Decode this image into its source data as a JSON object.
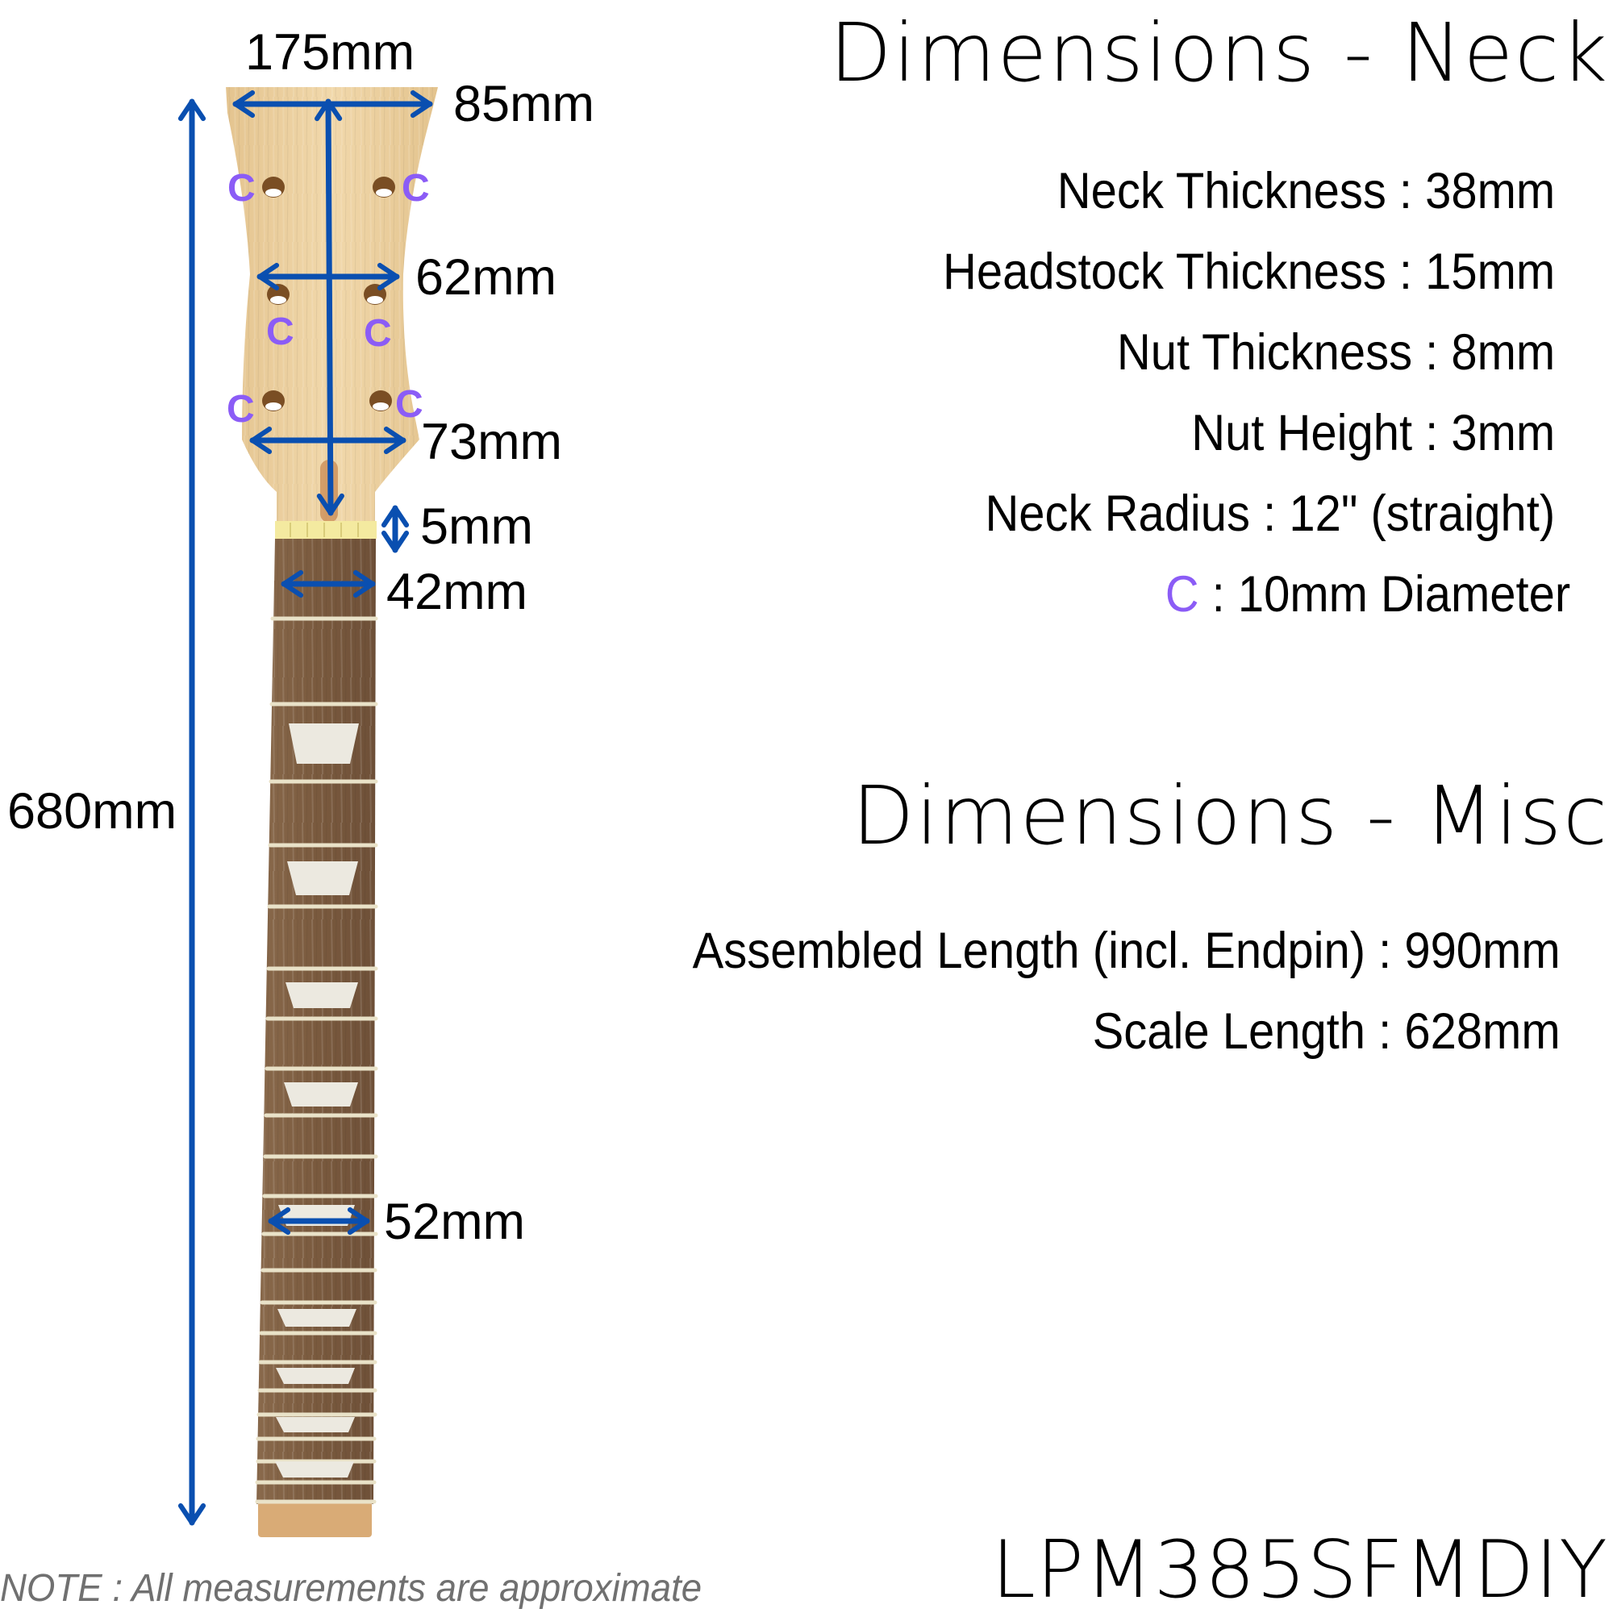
{
  "colors": {
    "arrow": "#0a4fb0",
    "hole_label": "#8b5cf6",
    "headstock_wood": "#eccf9e",
    "fretboard_wood": "#7a5a3f",
    "nut": "#f4eaa0",
    "fret": "#e9e2c8",
    "inlay": "#ece9e0",
    "note_text": "#707070"
  },
  "neck_section": {
    "title": "Dimensions - Neck",
    "specs": [
      {
        "label": "Neck Thickness",
        "sep": " : ",
        "value": "38mm"
      },
      {
        "label": "Headstock Thickness",
        "sep": " : ",
        "value": "15mm"
      },
      {
        "label": "Nut Thickness",
        "sep": " : ",
        "value": "8mm"
      },
      {
        "label": "Nut Height",
        "sep": " : ",
        "value": "3mm"
      },
      {
        "label": "Neck Radius",
        "sep": " : ",
        "value": "12\" (straight)"
      }
    ],
    "legend": {
      "symbol": "C",
      "text": " : 10mm Diameter"
    }
  },
  "misc_section": {
    "title": "Dimensions - Misc",
    "specs": [
      {
        "label": "Assembled Length (incl. Endpin)",
        "sep": " : ",
        "value": "990mm"
      },
      {
        "label": "Scale Length",
        "sep": " : ",
        "value": "628mm"
      }
    ]
  },
  "diagram": {
    "dimensions": {
      "headstock_length": "175mm",
      "headstock_top_width": "85mm",
      "headstock_mid_width": "62mm",
      "headstock_bottom_width": "73mm",
      "nut_gap": "5mm",
      "nut_width": "42mm",
      "heel_width": "52mm",
      "total_length": "680mm"
    },
    "hole_label": "C",
    "hole_count": 6
  },
  "footer": {
    "note": "NOTE : All measurements are approximate",
    "sku": "LPM385SFMDIY"
  }
}
